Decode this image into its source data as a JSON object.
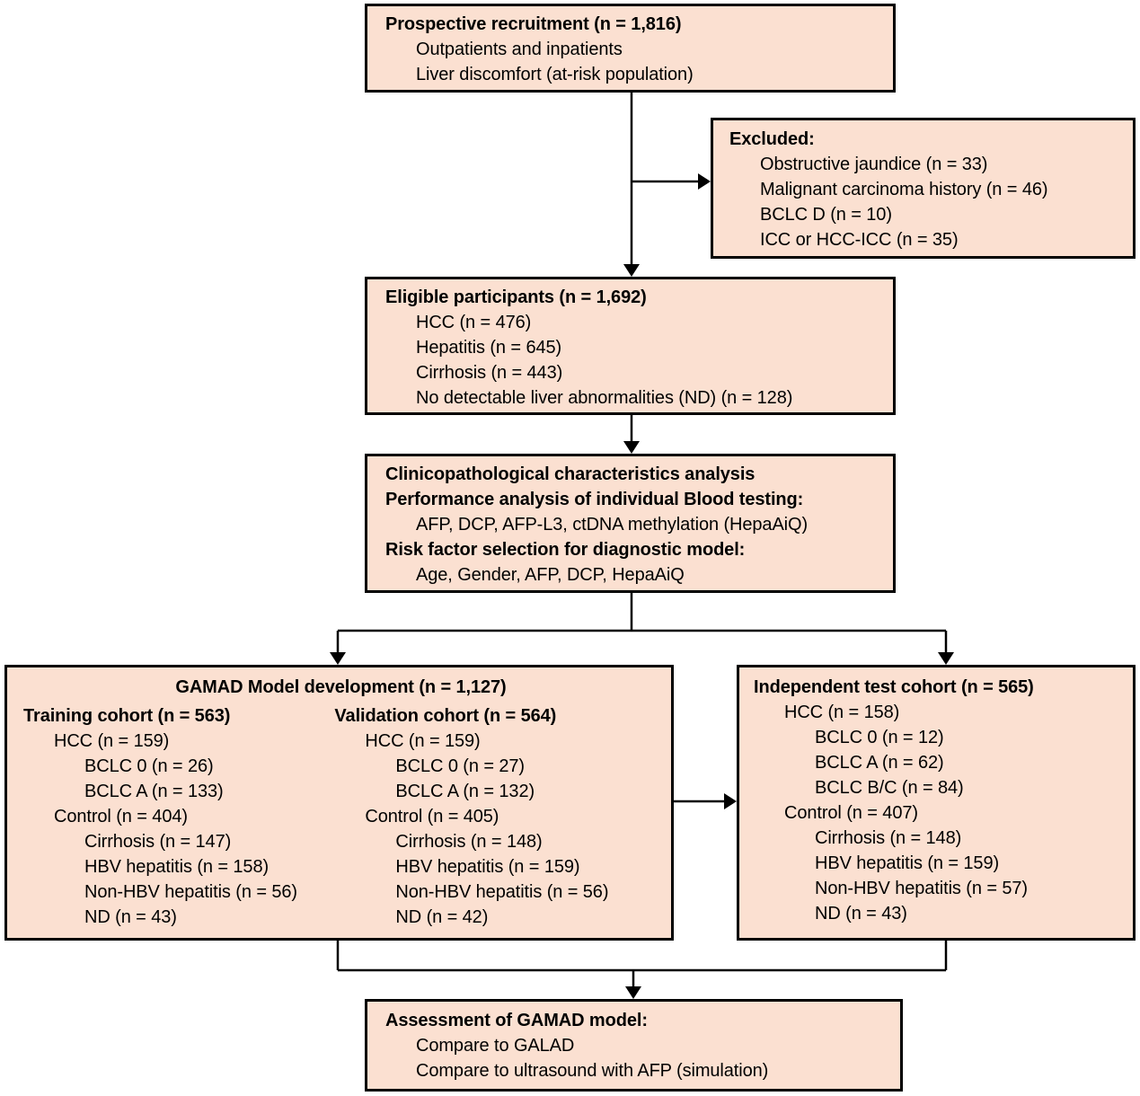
{
  "style": {
    "page_bg": "#ffffff",
    "box_fill": "#fbe0d1",
    "box_border": "#000000",
    "text_color": "#000000",
    "arrow_color": "#000000"
  },
  "boxes": {
    "recruitment": {
      "title": "Prospective recruitment (n = 1,816)",
      "lines": [
        {
          "t": "Outpatients and inpatients",
          "i": 1
        },
        {
          "t": "Liver discomfort (at-risk population)",
          "i": 1
        }
      ]
    },
    "excluded": {
      "title": "Excluded:",
      "lines": [
        {
          "t": "Obstructive jaundice (n = 33)",
          "i": 1
        },
        {
          "t": "Malignant carcinoma history (n = 46)",
          "i": 1
        },
        {
          "t": "BCLC D (n = 10)",
          "i": 1
        },
        {
          "t": "ICC or HCC-ICC (n = 35)",
          "i": 1
        }
      ]
    },
    "eligible": {
      "title": "Eligible participants (n = 1,692)",
      "lines": [
        {
          "t": "HCC (n = 476)",
          "i": 1
        },
        {
          "t": "Hepatitis (n = 645)",
          "i": 1
        },
        {
          "t": "Cirrhosis (n = 443)",
          "i": 1
        },
        {
          "t": "No detectable liver abnormalities (ND) (n = 128)",
          "i": 1
        }
      ]
    },
    "analysis": {
      "lines": [
        {
          "t": "Clinicopathological characteristics analysis",
          "b": true
        },
        {
          "t": "Performance analysis of individual Blood testing:",
          "b": true
        },
        {
          "t": "AFP, DCP, AFP-L3, ctDNA methylation (HepaAiQ)",
          "i": 1
        },
        {
          "t": "Risk factor selection for diagnostic model:",
          "b": true
        },
        {
          "t": "Age, Gender, AFP, DCP, HepaAiQ",
          "i": 1
        }
      ]
    },
    "gamad": {
      "title": "GAMAD Model development (n = 1,127)",
      "training": {
        "title": "Training cohort (n = 563)",
        "lines": [
          {
            "t": "HCC (n = 159)",
            "i": 1
          },
          {
            "t": "BCLC 0 (n = 26)",
            "i": 2
          },
          {
            "t": "BCLC A (n = 133)",
            "i": 2
          },
          {
            "t": "Control (n = 404)",
            "i": 1
          },
          {
            "t": "Cirrhosis (n = 147)",
            "i": 2
          },
          {
            "t": "HBV hepatitis (n = 158)",
            "i": 2
          },
          {
            "t": "Non-HBV hepatitis (n = 56)",
            "i": 2
          },
          {
            "t": "ND (n = 43)",
            "i": 2
          }
        ]
      },
      "validation": {
        "title": "Validation cohort (n = 564)",
        "lines": [
          {
            "t": "HCC (n = 159)",
            "i": 1
          },
          {
            "t": "BCLC 0 (n = 27)",
            "i": 2
          },
          {
            "t": "BCLC A (n = 132)",
            "i": 2
          },
          {
            "t": "Control (n = 405)",
            "i": 1
          },
          {
            "t": "Cirrhosis (n = 148)",
            "i": 2
          },
          {
            "t": "HBV hepatitis (n = 159)",
            "i": 2
          },
          {
            "t": "Non-HBV hepatitis (n = 56)",
            "i": 2
          },
          {
            "t": "ND (n = 42)",
            "i": 2
          }
        ]
      }
    },
    "independent": {
      "title": "Independent test cohort (n = 565)",
      "lines": [
        {
          "t": "HCC (n = 158)",
          "i": 1
        },
        {
          "t": "BCLC 0 (n = 12)",
          "i": 2
        },
        {
          "t": "BCLC A (n = 62)",
          "i": 2
        },
        {
          "t": "BCLC B/C (n = 84)",
          "i": 2
        },
        {
          "t": "Control (n = 407)",
          "i": 1
        },
        {
          "t": "Cirrhosis (n = 148)",
          "i": 2
        },
        {
          "t": "HBV hepatitis (n = 159)",
          "i": 2
        },
        {
          "t": "Non-HBV hepatitis (n = 57)",
          "i": 2
        },
        {
          "t": "ND (n = 43)",
          "i": 2
        }
      ]
    },
    "assessment": {
      "title": "Assessment of GAMAD model:",
      "lines": [
        {
          "t": "Compare to GALAD",
          "i": 1
        },
        {
          "t": "Compare to ultrasound with AFP (simulation)",
          "i": 1
        }
      ]
    }
  }
}
